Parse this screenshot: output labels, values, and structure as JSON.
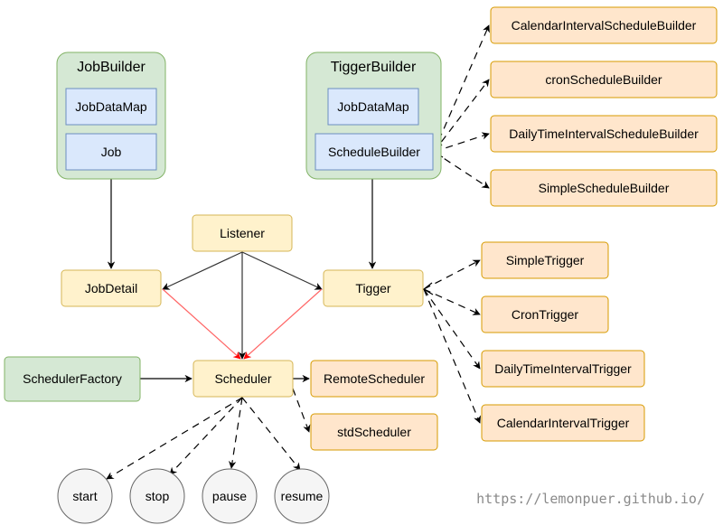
{
  "groups": {
    "job_builder": "JobBuilder",
    "tigger_builder": "TiggerBuilder"
  },
  "nodes": {
    "job_data_map": "JobDataMap",
    "job": "Job",
    "tigger_job_data_map": "JobDataMap",
    "schedule_builder": "ScheduleBuilder",
    "calendar_interval_schedule_builder": "CalendarIntervalScheduleBuilder",
    "cron_schedule_builder": "cronScheduleBuilder",
    "daily_time_interval_schedule_builder": "DailyTimeIntervalScheduleBuilder",
    "simple_schedule_builder": "SimpleScheduleBuilder",
    "listener": "Listener",
    "job_detail": "JobDetail",
    "tigger": "Tigger",
    "simple_trigger": "SimpleTrigger",
    "cron_trigger": "CronTrigger",
    "daily_time_interval_trigger": "DailyTimeIntervalTrigger",
    "calendar_interval_trigger": "CalendarIntervalTrigger",
    "scheduler_factory": "SchedulerFactory",
    "scheduler": "Scheduler",
    "remote_scheduler": "RemoteScheduler",
    "std_scheduler": "stdScheduler",
    "start": "start",
    "stop": "stop",
    "pause": "pause",
    "resume": "resume"
  },
  "watermark": "https://lemonpuer.github.io/",
  "colors": {
    "green_fill": "#d5e8d4",
    "green_stroke": "#82b366",
    "blue_fill": "#dae8fc",
    "blue_stroke": "#6c8ebf",
    "yellow_fill": "#fff2cc",
    "yellow_stroke": "#d6b656",
    "orange_fill": "#ffe6cc",
    "orange_stroke": "#d79b00",
    "grey_fill": "#f5f5f5",
    "grey_stroke": "#666666",
    "red_edge": "#ff6666",
    "edge": "#000000"
  }
}
